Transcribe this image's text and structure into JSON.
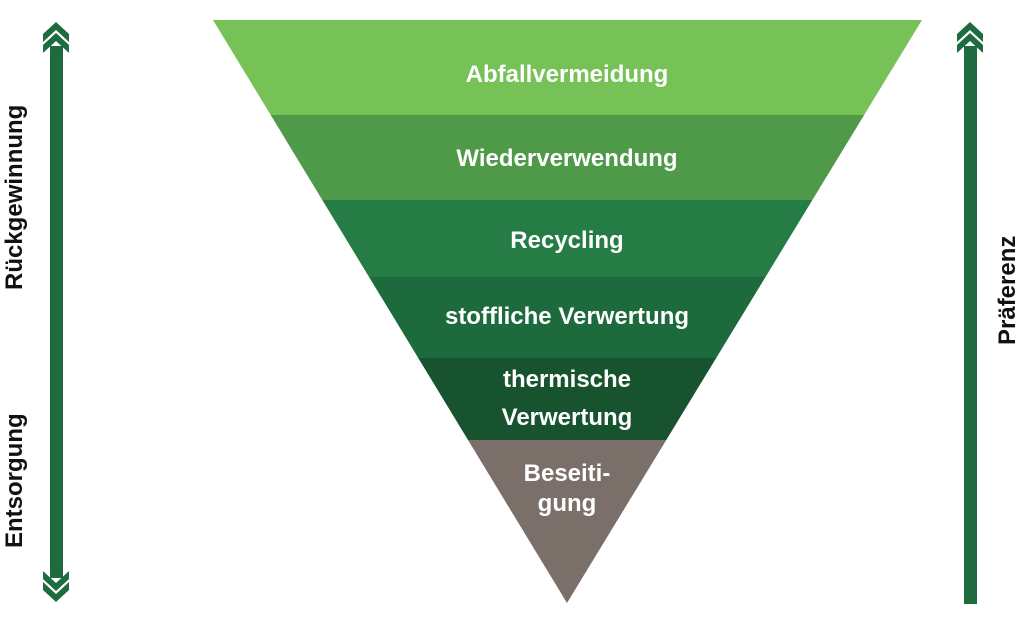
{
  "left_axis": {
    "top_label": "Rückgewinnung",
    "bottom_label": "Entsorgung"
  },
  "right_axis": {
    "label": "Präferenz"
  },
  "levels": [
    {
      "lines": [
        "Abfallvermeidung"
      ],
      "color": "#76c257"
    },
    {
      "lines": [
        "Wiederverwendung"
      ],
      "color": "#4f9a49"
    },
    {
      "lines": [
        "Recycling"
      ],
      "color": "#257c45"
    },
    {
      "lines": [
        "stoffliche Verwertung"
      ],
      "color": "#1d6b3c"
    },
    {
      "lines": [
        "thermische",
        "Verwertung"
      ],
      "color": "#17532f"
    },
    {
      "lines": [
        "Beseiti-",
        "gung"
      ],
      "color": "#7b6f69"
    }
  ],
  "arrow_color": "#1e6b40"
}
